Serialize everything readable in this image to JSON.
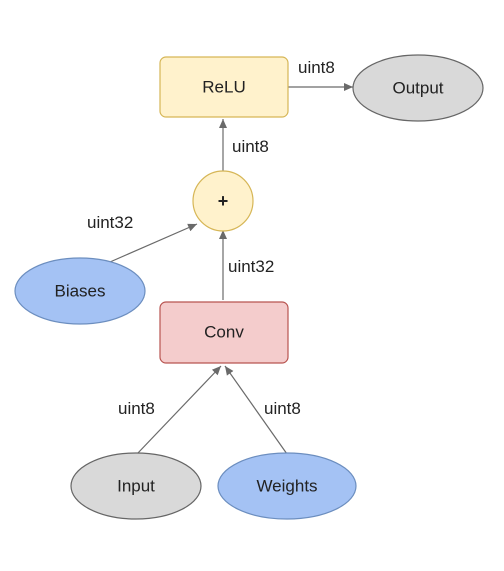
{
  "nodes": {
    "relu": {
      "label": "ReLU"
    },
    "output": {
      "label": "Output"
    },
    "add": {
      "label": "+"
    },
    "biases": {
      "label": "Biases"
    },
    "conv": {
      "label": "Conv"
    },
    "input": {
      "label": "Input"
    },
    "weights": {
      "label": "Weights"
    }
  },
  "edges": {
    "relu_to_output": {
      "label": "uint8"
    },
    "add_to_relu": {
      "label": "uint8"
    },
    "biases_to_add": {
      "label": "uint32"
    },
    "conv_to_add": {
      "label": "uint32"
    },
    "input_to_conv": {
      "label": "uint8"
    },
    "weights_to_conv": {
      "label": "uint8"
    }
  },
  "colors": {
    "relu_fill": "#fff2cc",
    "relu_stroke": "#d6b656",
    "conv_fill": "#f4cccc",
    "conv_stroke": "#b85450",
    "gray_fill": "#d9d9d9",
    "gray_stroke": "#666666",
    "blue_fill": "#a4c2f4",
    "blue_stroke": "#6c8ebf",
    "edge": "#6a6a6a"
  }
}
